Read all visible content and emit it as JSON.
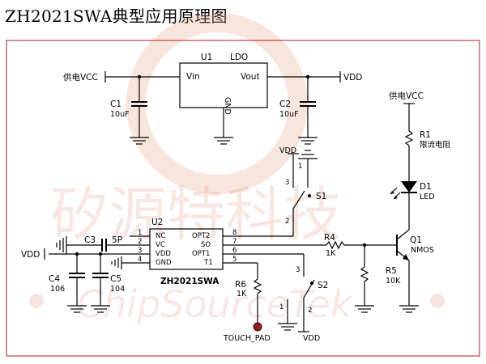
{
  "title": "ZH2021SWA典型应用原理图",
  "watermark": {
    "cn": "矽源特科技",
    "en": "ChipSourceTek"
  },
  "ldo": {
    "ref": "U1",
    "type": "LDO",
    "pin_in": "Vin",
    "pin_out": "Vout",
    "pin_gnd": "GND"
  },
  "c1": {
    "ref": "C1",
    "value": "10uF"
  },
  "c2": {
    "ref": "C2",
    "value": "10uF"
  },
  "c3": {
    "ref": "C3",
    "value": "5P"
  },
  "c4": {
    "ref": "C4",
    "value": "106"
  },
  "c5": {
    "ref": "C5",
    "value": "104"
  },
  "u2": {
    "ref": "U2",
    "part": "ZH2021SWA",
    "left_pins": [
      {
        "num": "1",
        "name": "NC"
      },
      {
        "num": "2",
        "name": "VC"
      },
      {
        "num": "3",
        "name": "VDD"
      },
      {
        "num": "4",
        "name": "GND"
      }
    ],
    "right_pins": [
      {
        "num": "8",
        "name": "OPT2"
      },
      {
        "num": "7",
        "name": "SO"
      },
      {
        "num": "6",
        "name": "OPT1"
      },
      {
        "num": "5",
        "name": "T1"
      }
    ]
  },
  "s1": {
    "ref": "S1",
    "p1": "1",
    "p2": "2",
    "p3": "3"
  },
  "s2": {
    "ref": "S2",
    "p1": "1",
    "p2": "2",
    "p3": "3"
  },
  "r1": {
    "ref": "R1",
    "desc": "限流电阻"
  },
  "r4": {
    "ref": "R4",
    "value": "1K"
  },
  "r5": {
    "ref": "R5",
    "value": "10K"
  },
  "r6": {
    "ref": "R6",
    "value": "1K"
  },
  "d1": {
    "ref": "D1",
    "desc": "LED"
  },
  "q1": {
    "ref": "Q1",
    "desc": "NMOS"
  },
  "nets": {
    "supply_vcc": "供电VCC",
    "vdd": "VDD",
    "touch_pad": "TOUCH_PAD"
  }
}
